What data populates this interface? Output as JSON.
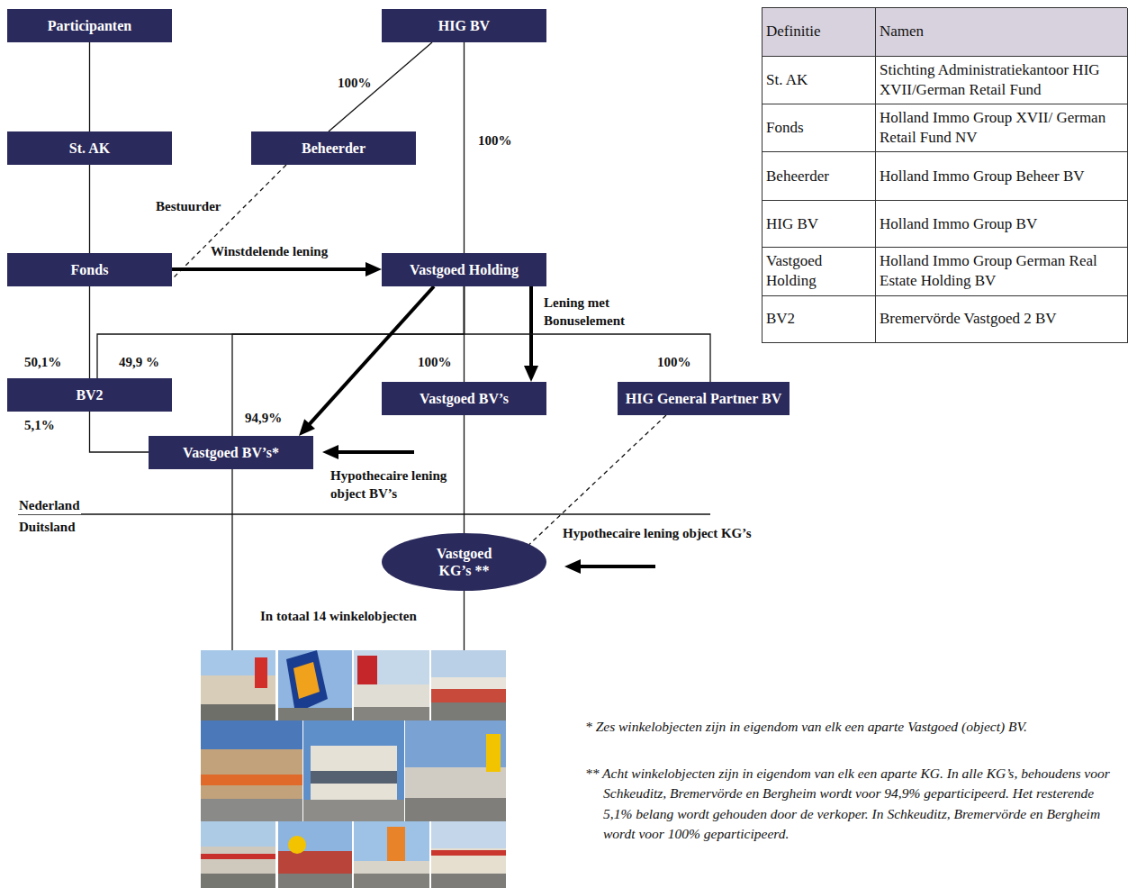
{
  "diagram": {
    "nodes": [
      {
        "text": [
          "Participanten"
        ]
      },
      {
        "text": [
          "HIG BV"
        ]
      },
      {
        "text": [
          "St. AK"
        ]
      },
      {
        "text": [
          "Beheerder"
        ]
      },
      {
        "text": [
          "Fonds"
        ]
      },
      {
        "text": [
          "Vastgoed Holding"
        ]
      },
      {
        "text": [
          "BV2"
        ]
      },
      {
        "text": [
          "Vastgoed BV’s"
        ]
      },
      {
        "text": [
          "HIG General Partner BV"
        ]
      },
      {
        "text": [
          "Vastgoed BV’s*"
        ]
      },
      {
        "text": [
          "Vastgoed KG’s **"
        ]
      }
    ],
    "edges": [
      {
        "from": 0,
        "to": 2,
        "arrow": "none"
      },
      {
        "from": 1,
        "to": 3,
        "label": "100%",
        "arrow": "none"
      },
      {
        "from": 1,
        "to": 5,
        "label": "100%",
        "arrow": "none"
      },
      {
        "from": 2,
        "to": 4,
        "arrow": "none"
      },
      {
        "from": 3,
        "to": 4,
        "label": "Bestuurder",
        "arrow": "none"
      },
      {
        "from": 4,
        "to": 5,
        "label": "Winstdelende lening",
        "arrow": "to"
      },
      {
        "from": 4,
        "to": 6,
        "label": "50,1%",
        "arrow": "none"
      },
      {
        "from": 5,
        "to": 6,
        "label": "49,9 %",
        "arrow": "none"
      },
      {
        "from": 5,
        "to": 9,
        "label": "94,9%",
        "arrow": "none"
      },
      {
        "from": 5,
        "to": 9,
        "arrow": "to"
      },
      {
        "from": 5,
        "to": 7,
        "label": "100%",
        "arrow": "none"
      },
      {
        "from": 5,
        "to": 7,
        "label": "Lening met Bonuselement",
        "arrow": "to"
      },
      {
        "from": 5,
        "to": 8,
        "label": "100%",
        "arrow": "none"
      },
      {
        "from": 6,
        "to": 9,
        "label": "5,1%",
        "arrow": "none"
      },
      {
        "from": 7,
        "to": 10,
        "arrow": "none"
      },
      {
        "from": 8,
        "to": 10,
        "arrow": "none"
      }
    ],
    "labels": [
      "Definitie",
      "Namen",
      "St. AK",
      "Stichting Administratiekantoor HIG XVII/German Retail Fund",
      "Fonds",
      "Holland Immo Group XVII/ German Retail Fund NV",
      "Beheerder",
      "Holland Immo Group Beheer BV",
      "HIG BV",
      "Holland Immo Group BV",
      "Vastgoed Holding",
      "Holland Immo Group German Real Estate Holding BV",
      "BV2",
      "Bremervörde Vastgoed 2 BV",
      "Nederland",
      "Duitsland",
      "Hypothecaire lening object BV’s",
      "Hypothecaire lening object KG’s",
      "In totaal 14 winkelobjecten",
      "* Zes winkelobjecten zijn in eigendom van elk een aparte Vastgoed (object) BV.",
      "** Acht winkelobjecten zijn in eigendom van elk een aparte KG. In alle KG’s, behoudens voor Schkeuditz, Bremervörde en Bergheim wordt voor 94,9% geparticipeerd. Het resterende 5,1% belang wordt gehouden door de verkoper. In Schkeuditz, Bremervörde en Bergheim wordt voor 100% geparticipeerd."
    ]
  }
}
